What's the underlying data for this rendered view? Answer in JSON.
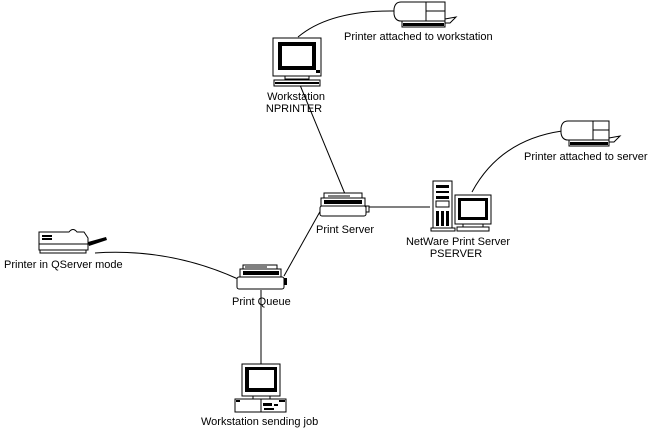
{
  "diagram": {
    "title": "NetWare printing components",
    "colors": {
      "line": "#000000",
      "background": "#ffffff"
    },
    "nodes": [
      {
        "id": "printer-workstation",
        "icon": "printer-icon",
        "label": "Printer attached to workstation"
      },
      {
        "id": "workstation-nprinter",
        "icon": "workstation-icon",
        "label_line1": "Workstation",
        "label_line2": "NPRINTER"
      },
      {
        "id": "printer-server",
        "icon": "printer-icon",
        "label": "Printer attached to server"
      },
      {
        "id": "print-server",
        "icon": "print-server-icon",
        "label": "Print Server"
      },
      {
        "id": "netware-print-server",
        "icon": "server-tower-icon",
        "label_line1": "NetWare Print Server",
        "label_line2": "PSERVER"
      },
      {
        "id": "printer-qserver",
        "icon": "desktop-printer-icon",
        "label": "Printer in QServer mode"
      },
      {
        "id": "print-queue",
        "icon": "print-queue-icon",
        "label": "Print Queue"
      },
      {
        "id": "workstation-sending",
        "icon": "desktop-computer-icon",
        "label": "Workstation sending job"
      }
    ],
    "connections": [
      {
        "from": "workstation-nprinter",
        "to": "printer-workstation"
      },
      {
        "from": "workstation-nprinter",
        "to": "print-server"
      },
      {
        "from": "print-server",
        "to": "netware-print-server"
      },
      {
        "from": "netware-print-server",
        "to": "printer-server"
      },
      {
        "from": "print-server",
        "to": "print-queue"
      },
      {
        "from": "printer-qserver",
        "to": "print-queue"
      },
      {
        "from": "print-queue",
        "to": "workstation-sending"
      }
    ]
  }
}
